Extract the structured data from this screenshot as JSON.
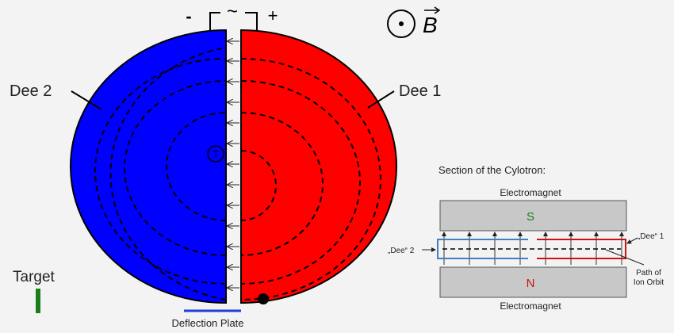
{
  "labels": {
    "minus": "-",
    "plus": "+",
    "ac_symbol": "~",
    "dee2": "Dee 2",
    "dee1": "Dee 1",
    "b_field": "B",
    "target": "Target",
    "deflection_plate": "Deflection Plate",
    "ion_source": "T"
  },
  "section": {
    "title": "Section of the Cylotron:",
    "top_magnet": "Electromagnet",
    "bottom_magnet": "Electromagnet",
    "north": "N",
    "south": "S",
    "dee2": "„Dee“ 2",
    "dee1": "„Dee“ 1",
    "path_line1": "Path of",
    "path_line2": "Ion Orbit"
  },
  "colors": {
    "dee2": "#0000ff",
    "dee1": "#ff0000",
    "target": "#1a7f1a",
    "deflection_plate": "#1f3fd8",
    "magnet_fill": "#c8c8c8",
    "north": "#d01010",
    "south": "#1a7f1a",
    "section_dee2": "#3f7fc8",
    "section_dee1": "#d01010"
  }
}
